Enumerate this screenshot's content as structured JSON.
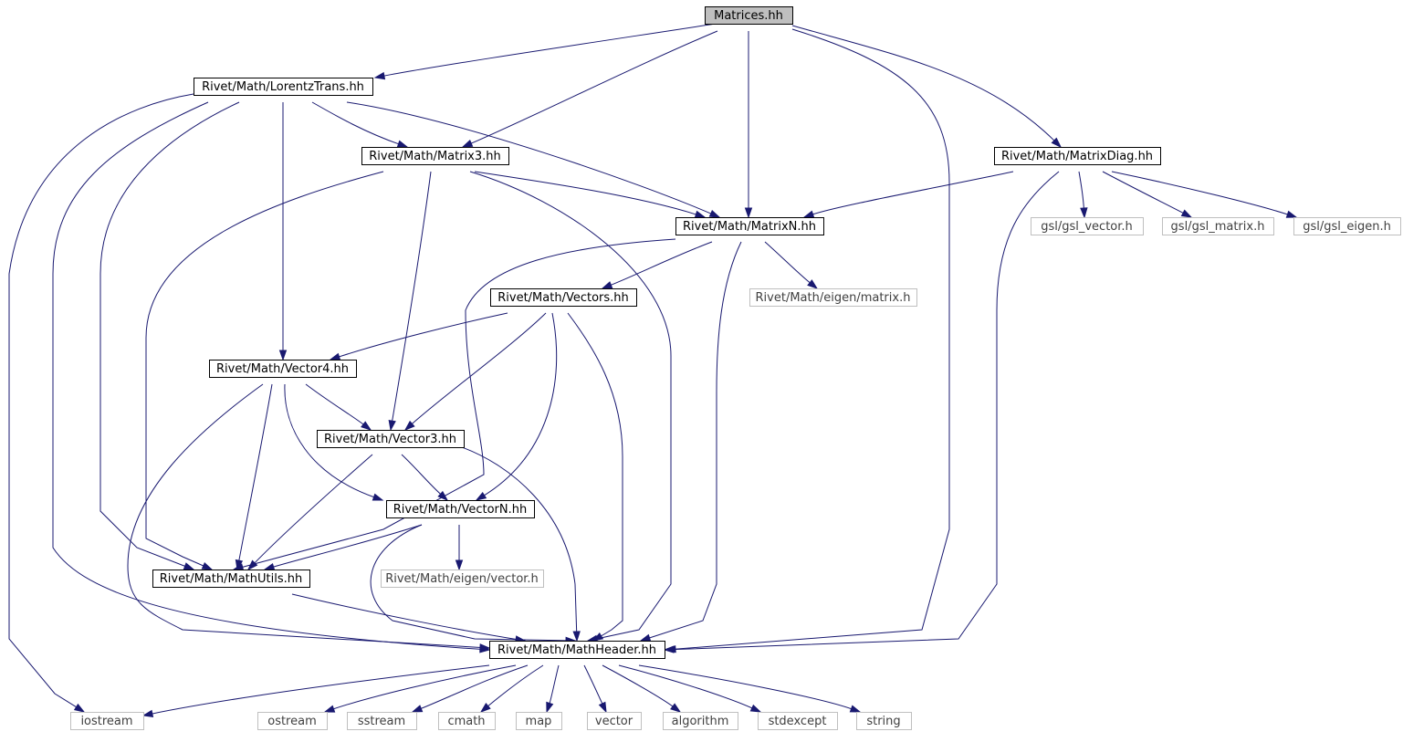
{
  "graph": {
    "title": "Matrices.hh",
    "colors": {
      "edge": "#191970",
      "root_fill": "#bfbfbf",
      "root_border": "#000000",
      "node_border": "#000000",
      "external_border": "#bfbfbf",
      "external_text": "#404040",
      "text": "#000000",
      "background": "#ffffff"
    },
    "nodes": [
      {
        "id": "matrices",
        "label": "Matrices.hh",
        "kind": "root"
      },
      {
        "id": "lorentz",
        "label": "Rivet/Math/LorentzTrans.hh",
        "kind": "file"
      },
      {
        "id": "matrix3",
        "label": "Rivet/Math/Matrix3.hh",
        "kind": "file"
      },
      {
        "id": "matrixdiag",
        "label": "Rivet/Math/MatrixDiag.hh",
        "kind": "file"
      },
      {
        "id": "matrixn",
        "label": "Rivet/Math/MatrixN.hh",
        "kind": "file"
      },
      {
        "id": "gsl_vector",
        "label": "gsl/gsl_vector.h",
        "kind": "external"
      },
      {
        "id": "gsl_matrix",
        "label": "gsl/gsl_matrix.h",
        "kind": "external"
      },
      {
        "id": "gsl_eigen",
        "label": "gsl/gsl_eigen.h",
        "kind": "external"
      },
      {
        "id": "vectors",
        "label": "Rivet/Math/Vectors.hh",
        "kind": "file"
      },
      {
        "id": "eigen_matrix",
        "label": "Rivet/Math/eigen/matrix.h",
        "kind": "external"
      },
      {
        "id": "vector4",
        "label": "Rivet/Math/Vector4.hh",
        "kind": "file"
      },
      {
        "id": "vector3",
        "label": "Rivet/Math/Vector3.hh",
        "kind": "file"
      },
      {
        "id": "vectorn",
        "label": "Rivet/Math/VectorN.hh",
        "kind": "file"
      },
      {
        "id": "mathutils",
        "label": "Rivet/Math/MathUtils.hh",
        "kind": "file"
      },
      {
        "id": "eigen_vector",
        "label": "Rivet/Math/eigen/vector.h",
        "kind": "external"
      },
      {
        "id": "mathheader",
        "label": "Rivet/Math/MathHeader.hh",
        "kind": "file"
      },
      {
        "id": "iostream",
        "label": "iostream",
        "kind": "external"
      },
      {
        "id": "ostream",
        "label": "ostream",
        "kind": "external"
      },
      {
        "id": "sstream",
        "label": "sstream",
        "kind": "external"
      },
      {
        "id": "cmath",
        "label": "cmath",
        "kind": "external"
      },
      {
        "id": "map",
        "label": "map",
        "kind": "external"
      },
      {
        "id": "vector",
        "label": "vector",
        "kind": "external"
      },
      {
        "id": "algorithm",
        "label": "algorithm",
        "kind": "external"
      },
      {
        "id": "stdexcept",
        "label": "stdexcept",
        "kind": "external"
      },
      {
        "id": "string",
        "label": "string",
        "kind": "external"
      }
    ],
    "edges": [
      {
        "from": "matrices",
        "to": "lorentz"
      },
      {
        "from": "matrices",
        "to": "matrix3"
      },
      {
        "from": "matrices",
        "to": "matrixn"
      },
      {
        "from": "matrices",
        "to": "matrixdiag"
      },
      {
        "from": "matrices",
        "to": "mathheader"
      },
      {
        "from": "lorentz",
        "to": "matrix3"
      },
      {
        "from": "lorentz",
        "to": "matrixn"
      },
      {
        "from": "lorentz",
        "to": "vector4"
      },
      {
        "from": "lorentz",
        "to": "mathutils"
      },
      {
        "from": "lorentz",
        "to": "mathheader"
      },
      {
        "from": "lorentz",
        "to": "iostream"
      },
      {
        "from": "matrix3",
        "to": "matrixn"
      },
      {
        "from": "matrix3",
        "to": "vector3"
      },
      {
        "from": "matrix3",
        "to": "mathutils"
      },
      {
        "from": "matrix3",
        "to": "mathheader"
      },
      {
        "from": "matrixdiag",
        "to": "matrixn"
      },
      {
        "from": "matrixdiag",
        "to": "gsl_vector"
      },
      {
        "from": "matrixdiag",
        "to": "gsl_matrix"
      },
      {
        "from": "matrixdiag",
        "to": "gsl_eigen"
      },
      {
        "from": "matrixdiag",
        "to": "mathheader"
      },
      {
        "from": "matrixn",
        "to": "vectors"
      },
      {
        "from": "matrixn",
        "to": "eigen_matrix"
      },
      {
        "from": "matrixn",
        "to": "mathutils"
      },
      {
        "from": "matrixn",
        "to": "mathheader"
      },
      {
        "from": "vectors",
        "to": "vector4"
      },
      {
        "from": "vectors",
        "to": "vector3"
      },
      {
        "from": "vectors",
        "to": "vectorn"
      },
      {
        "from": "vectors",
        "to": "mathheader"
      },
      {
        "from": "vector4",
        "to": "vector3"
      },
      {
        "from": "vector4",
        "to": "vectorn"
      },
      {
        "from": "vector4",
        "to": "mathutils"
      },
      {
        "from": "vector4",
        "to": "mathheader"
      },
      {
        "from": "vector3",
        "to": "vectorn"
      },
      {
        "from": "vector3",
        "to": "mathutils"
      },
      {
        "from": "vector3",
        "to": "mathheader"
      },
      {
        "from": "vectorn",
        "to": "mathutils"
      },
      {
        "from": "vectorn",
        "to": "eigen_vector"
      },
      {
        "from": "vectorn",
        "to": "mathheader"
      },
      {
        "from": "mathutils",
        "to": "mathheader"
      },
      {
        "from": "mathheader",
        "to": "iostream"
      },
      {
        "from": "mathheader",
        "to": "ostream"
      },
      {
        "from": "mathheader",
        "to": "sstream"
      },
      {
        "from": "mathheader",
        "to": "cmath"
      },
      {
        "from": "mathheader",
        "to": "map"
      },
      {
        "from": "mathheader",
        "to": "vector"
      },
      {
        "from": "mathheader",
        "to": "algorithm"
      },
      {
        "from": "mathheader",
        "to": "stdexcept"
      },
      {
        "from": "mathheader",
        "to": "string"
      }
    ]
  }
}
